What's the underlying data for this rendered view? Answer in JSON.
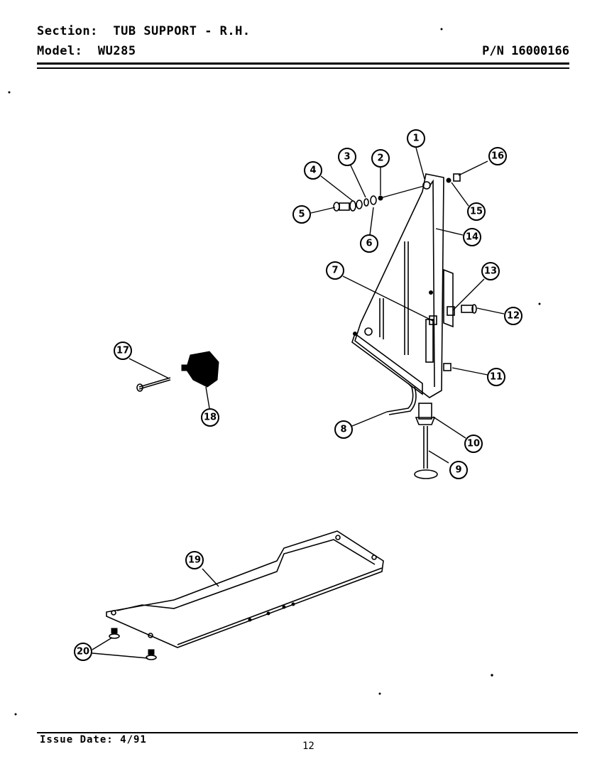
{
  "header": {
    "section_label": "Section:",
    "section_value": "TUB SUPPORT - R.H.",
    "model_label": "Model:",
    "model_value": "WU285",
    "part_number": "P/N 16000166"
  },
  "footer": {
    "issue_date": "Issue Date: 4/91",
    "page_number": "12"
  },
  "callouts": [
    "1",
    "2",
    "3",
    "4",
    "5",
    "6",
    "7",
    "8",
    "9",
    "10",
    "11",
    "12",
    "13",
    "14",
    "15",
    "16",
    "17",
    "18",
    "19",
    "20"
  ]
}
